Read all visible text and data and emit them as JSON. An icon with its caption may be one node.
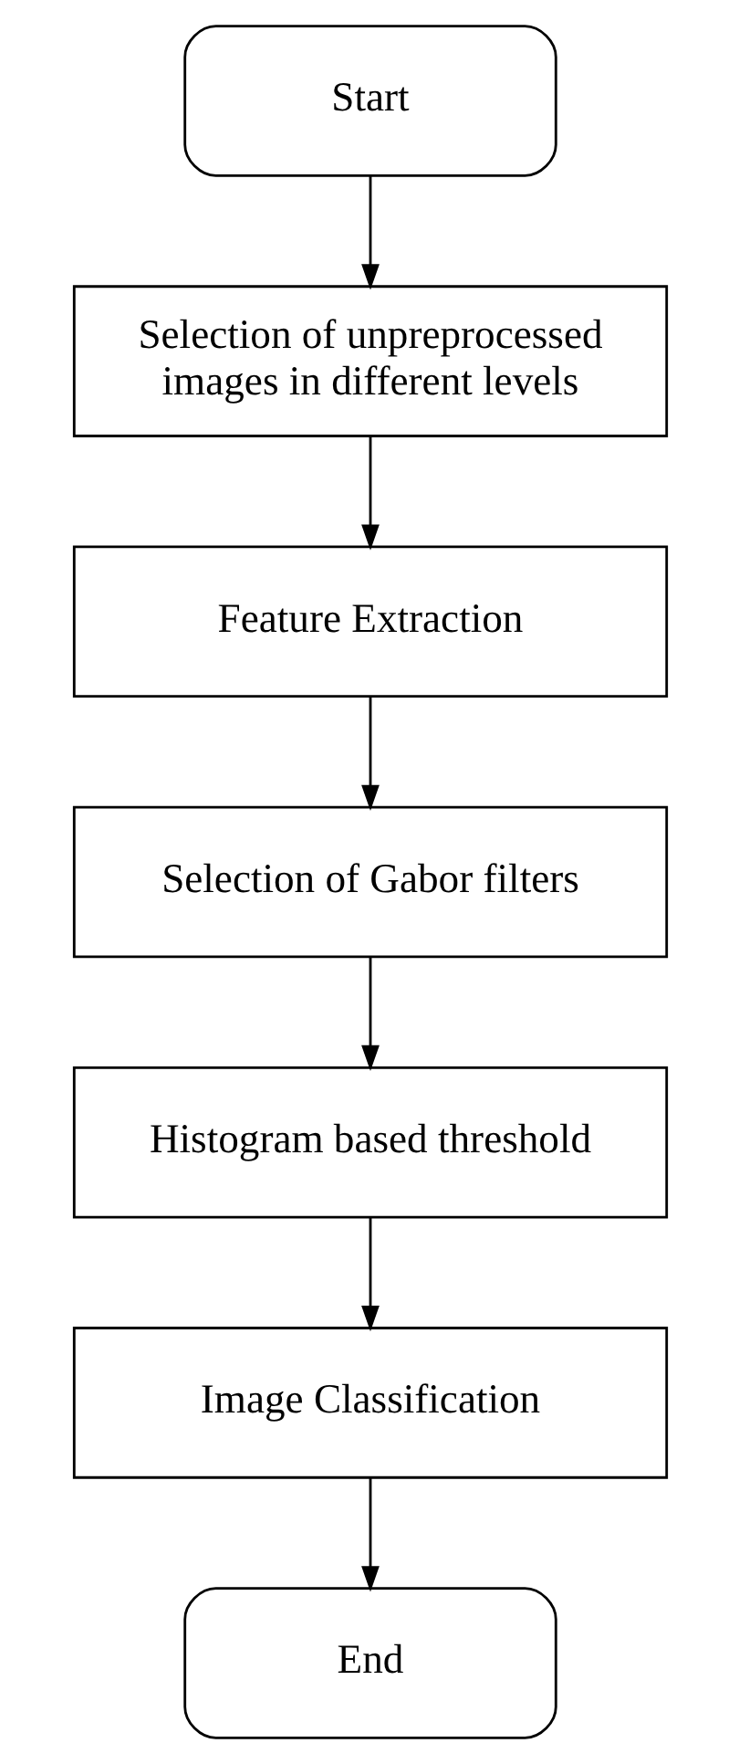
{
  "diagram": {
    "nodes": [
      {
        "text": [
          "Start"
        ]
      },
      {
        "text": [
          "Selection of unpreprocessed images in different levels"
        ]
      },
      {
        "text": [
          "Feature Extraction"
        ]
      },
      {
        "text": [
          "Selection of Gabor filters"
        ]
      },
      {
        "text": [
          "Histogram based threshold"
        ]
      },
      {
        "text": [
          "Image Classification"
        ]
      },
      {
        "text": [
          "End"
        ]
      }
    ],
    "edges": [
      {
        "from": 0,
        "to": 1,
        "arrow": "to"
      },
      {
        "from": 1,
        "to": 2,
        "arrow": "to"
      },
      {
        "from": 2,
        "to": 3,
        "arrow": "to"
      },
      {
        "from": 3,
        "to": 4,
        "arrow": "to"
      },
      {
        "from": 4,
        "to": 5,
        "arrow": "to"
      },
      {
        "from": 5,
        "to": 6,
        "arrow": "to"
      }
    ]
  }
}
